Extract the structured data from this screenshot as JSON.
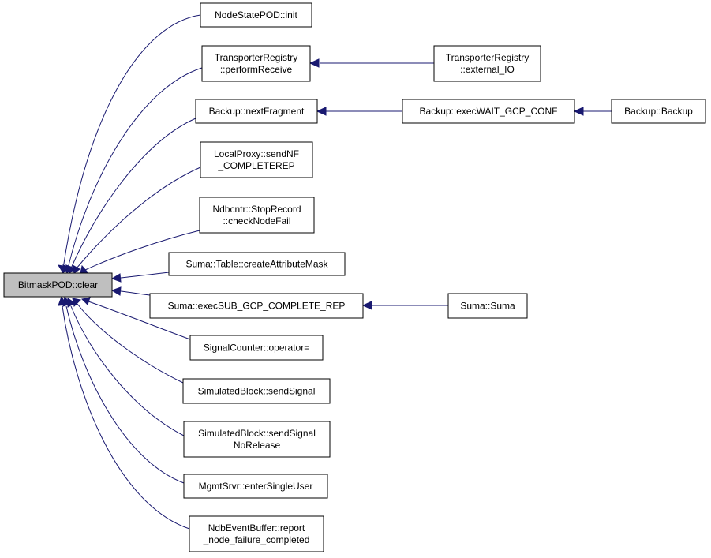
{
  "diagram": {
    "root": {
      "id": "root",
      "lines": [
        "BitmaskPOD::clear"
      ]
    },
    "nodes": [
      {
        "id": "n1",
        "lines": [
          "NodeStatePOD::init"
        ]
      },
      {
        "id": "n2",
        "lines": [
          "TransporterRegistry",
          "::performReceive"
        ]
      },
      {
        "id": "n3",
        "lines": [
          "Backup::nextFragment"
        ]
      },
      {
        "id": "n4",
        "lines": [
          "LocalProxy::sendNF",
          "_COMPLETEREP"
        ]
      },
      {
        "id": "n5",
        "lines": [
          "Ndbcntr::StopRecord",
          "::checkNodeFail"
        ]
      },
      {
        "id": "n6",
        "lines": [
          "Suma::Table::createAttributeMask"
        ]
      },
      {
        "id": "n7",
        "lines": [
          "Suma::execSUB_GCP_COMPLETE_REP"
        ]
      },
      {
        "id": "n8",
        "lines": [
          "SignalCounter::operator="
        ]
      },
      {
        "id": "n9",
        "lines": [
          "SimulatedBlock::sendSignal"
        ]
      },
      {
        "id": "n10",
        "lines": [
          "SimulatedBlock::sendSignal",
          "NoRelease"
        ]
      },
      {
        "id": "n11",
        "lines": [
          "MgmtSrvr::enterSingleUser"
        ]
      },
      {
        "id": "n12",
        "lines": [
          "NdbEventBuffer::report",
          "_node_failure_completed"
        ]
      },
      {
        "id": "n13",
        "lines": [
          "TransporterRegistry",
          "::external_IO"
        ]
      },
      {
        "id": "n14",
        "lines": [
          "Backup::execWAIT_GCP_CONF"
        ]
      },
      {
        "id": "n15",
        "lines": [
          "Backup::Backup"
        ]
      },
      {
        "id": "n16",
        "lines": [
          "Suma::Suma"
        ]
      }
    ],
    "edges": [
      {
        "from": "n1",
        "to": "root"
      },
      {
        "from": "n2",
        "to": "root"
      },
      {
        "from": "n3",
        "to": "root"
      },
      {
        "from": "n4",
        "to": "root"
      },
      {
        "from": "n5",
        "to": "root"
      },
      {
        "from": "n6",
        "to": "root"
      },
      {
        "from": "n7",
        "to": "root"
      },
      {
        "from": "n8",
        "to": "root"
      },
      {
        "from": "n9",
        "to": "root"
      },
      {
        "from": "n10",
        "to": "root"
      },
      {
        "from": "n11",
        "to": "root"
      },
      {
        "from": "n12",
        "to": "root"
      },
      {
        "from": "n13",
        "to": "n2"
      },
      {
        "from": "n14",
        "to": "n3"
      },
      {
        "from": "n15",
        "to": "n14"
      },
      {
        "from": "n16",
        "to": "n7"
      }
    ],
    "colors": {
      "edge": "#191970",
      "root_fill": "#bfbfbf",
      "node_fill": "#ffffff",
      "border": "#000000"
    }
  }
}
